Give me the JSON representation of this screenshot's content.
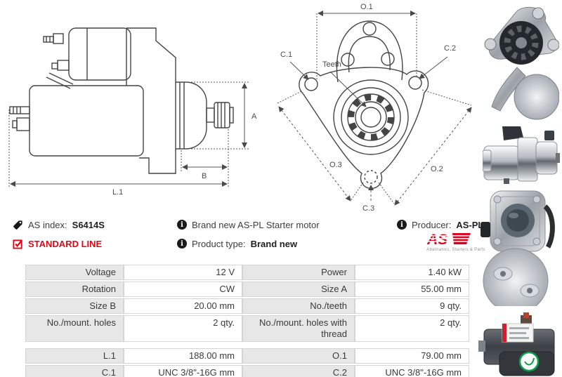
{
  "header": {
    "as_index_label": "AS index: ",
    "as_index_value": "S6414S",
    "standard_line": "STANDARD LINE",
    "brand_new_text": "Brand new AS-PL Starter motor",
    "product_type_label": "Product type: ",
    "product_type_value": "Brand new",
    "producer_label": "Producer: ",
    "producer_value": "AS-PL",
    "logo": {
      "text": "AS",
      "tagline": "Alternators, Starters & Parts"
    },
    "icons": {
      "info_glyph": "i",
      "tag": "tag-icon",
      "checkbox": "checked-checkbox-icon"
    }
  },
  "colors": {
    "accent_red": "#e30613",
    "logo_red": "#e2001a",
    "table_label_bg": "#e7e7e7",
    "table_border": "#d4d4d4",
    "text": "#3c3c3c"
  },
  "diagrams": {
    "side_view": {
      "dim_a": "A",
      "dim_b": "B",
      "dim_l1": "L.1"
    },
    "front_view": {
      "dim_o1": "O.1",
      "dim_o2": "O.2",
      "dim_o3": "O.3",
      "dim_c1": "C.1",
      "dim_c2": "C.2",
      "dim_c3": "C.3",
      "teeth_label": "Teeth"
    }
  },
  "photos": [
    {
      "name": "starter-front-gear-view"
    },
    {
      "name": "starter-side-chrome-view"
    },
    {
      "name": "starter-solenoid-end-view"
    },
    {
      "name": "starter-side-label-view"
    }
  ],
  "spec_table": {
    "group1": [
      [
        "Voltage",
        "12 V",
        "Power",
        "1.40 kW"
      ],
      [
        "Rotation",
        "CW",
        "Size A",
        "55.00 mm"
      ],
      [
        "Size B",
        "20.00 mm",
        "No./teeth",
        "9 qty."
      ],
      [
        "No./mount. holes",
        "2 qty.",
        "No./mount. holes with thread",
        "2 qty."
      ]
    ],
    "group2": [
      [
        "L.1",
        "188.00 mm",
        "O.1",
        "79.00 mm"
      ],
      [
        "C.1",
        "UNC 3/8\"-16G mm",
        "C.2",
        "UNC 3/8\"-16G mm"
      ]
    ]
  }
}
